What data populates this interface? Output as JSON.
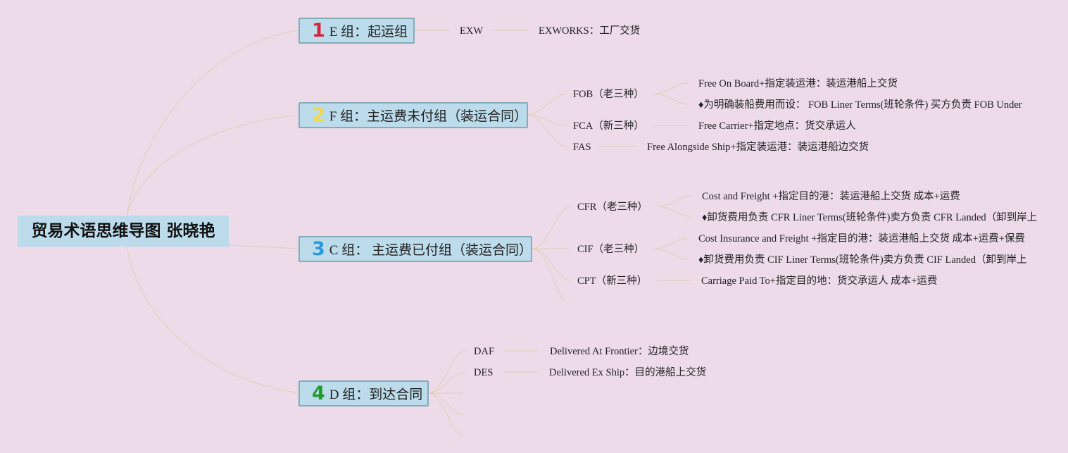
{
  "root": {
    "title": "贸易术语思维导图 张晓艳"
  },
  "groups": [
    {
      "number": "1",
      "number_color": "#d2243a",
      "label": "E 组：起运组",
      "terms": [
        {
          "code": "EXW",
          "details": [
            "EXWORKS：工厂交货"
          ]
        }
      ]
    },
    {
      "number": "2",
      "number_color": "#f0d850",
      "label": "F 组：主运费未付组（装运合同）",
      "terms": [
        {
          "code": "FOB（老三种）",
          "details": [
            "Free On Board+指定装运港：装运港船上交货",
            "♦为明确装船费用而设： FOB Liner Terms(班轮条件) 买方负责 FOB Under"
          ]
        },
        {
          "code": "FCA（新三种）",
          "details": [
            "Free Carrier+指定地点：货交承运人"
          ]
        },
        {
          "code": "FAS",
          "details": [
            "Free Alongside Ship+指定装运港：装运港船边交货"
          ]
        }
      ]
    },
    {
      "number": "3",
      "number_color": "#2c9ad8",
      "label": "C 组： 主运费已付组（装运合同）",
      "terms": [
        {
          "code": "CFR（老三种）",
          "details": [
            "Cost and Freight +指定目的港：装运港船上交货 成本+运费",
            "♦卸货费用负责 CFR Liner Terms(班轮条件)卖方负责 CFR Landed（卸到岸上"
          ]
        },
        {
          "code": "CIF（老三种）",
          "details": [
            "Cost Insurance and Freight +指定目的港：装运港船上交货 成本+运费+保费",
            "♦卸货费用负责 CIF Liner Terms(班轮条件)卖方负责 CIF Landed（卸到岸上"
          ]
        },
        {
          "code": "CPT（新三种）",
          "details": [
            "Carriage Paid To+指定目的地：货交承运人 成本+运费"
          ]
        }
      ]
    },
    {
      "number": "4",
      "number_color": "#1f9a2c",
      "label": "D 组：到达合同",
      "terms": [
        {
          "code": "DAF",
          "details": [
            "Delivered At Frontier：边境交货"
          ]
        },
        {
          "code": "DES",
          "details": [
            "Delivered Ex Ship：目的港船上交货"
          ]
        }
      ]
    }
  ],
  "colors": {
    "background": "#eddbea",
    "node_fill": "#bcdcec",
    "node_border": "#86acb8",
    "connector": "#e3cfb6"
  }
}
